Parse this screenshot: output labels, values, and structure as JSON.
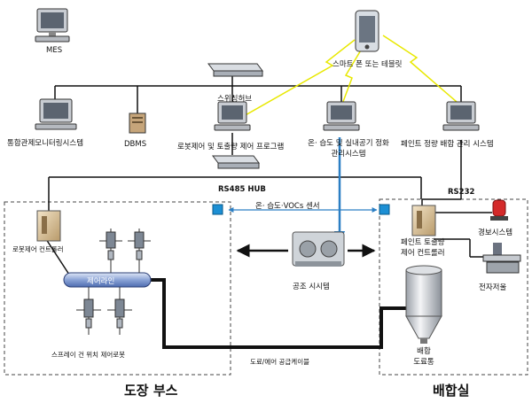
{
  "nodes": {
    "mes": "MES",
    "smart_device": "스마트 폰 또는 테블릿",
    "switching_hub": "스위칭허브",
    "integrated_monitoring": "통합관제모니터링시스템",
    "dbms": "DBMS",
    "robot_program": "로봇제어 및 토출량 제어 프로그램",
    "air_cleaner_mgmt_line1": "온· 습도 및 실내공기 정화",
    "air_cleaner_mgmt_line2": "관리시스템",
    "paint_mgmt": "페인트 정량 배합 관리 시스템",
    "rs485_hub": "RS485 HUB",
    "rs232": "RS232",
    "env_sensor": "온· 습도·VOCs 센서",
    "robot_controller": "로봇제어 컨트롤러",
    "control_line": "제어라인",
    "hvac": "공조 시시템",
    "paint_controller_line1": "페인트 토출량",
    "paint_controller_line2": "제어 컨트롤러",
    "alarm": "경보시스템",
    "scale": "전자저울",
    "mixing_tank_line1": "배합",
    "mixing_tank_line2": "도료통",
    "spray_robot": "스프레이 건 위치 제어로봇",
    "supply_cable": "도료/에어 공급케이블"
  },
  "zones": {
    "paint_booth": "도장 부스",
    "mixing_room": "배합실"
  },
  "colors": {
    "line": "#111111",
    "wireless": "#e8e800",
    "sensor_link": "#2b7fc4",
    "sensor_box": "#1c8fd4"
  }
}
